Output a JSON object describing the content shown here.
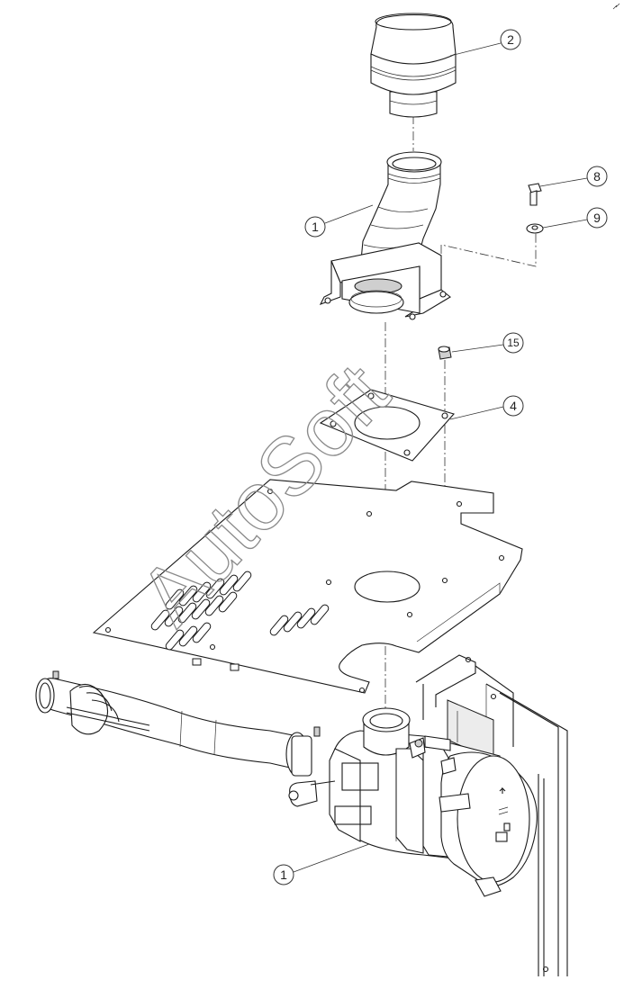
{
  "watermark": "AutoSoft",
  "callouts": {
    "c1_top": "1",
    "c2": "2",
    "c8": "8",
    "c9": "9",
    "c15": "15",
    "c4": "4",
    "c1_bottom": "1"
  },
  "parts": [
    "pre-cleaner-cap",
    "intake-pipe-elbow",
    "mounting-bracket",
    "bolt",
    "washer",
    "nut",
    "mounting-plate",
    "hood-panel",
    "intake-hose",
    "air-filter-housing",
    "frame-bracket"
  ]
}
